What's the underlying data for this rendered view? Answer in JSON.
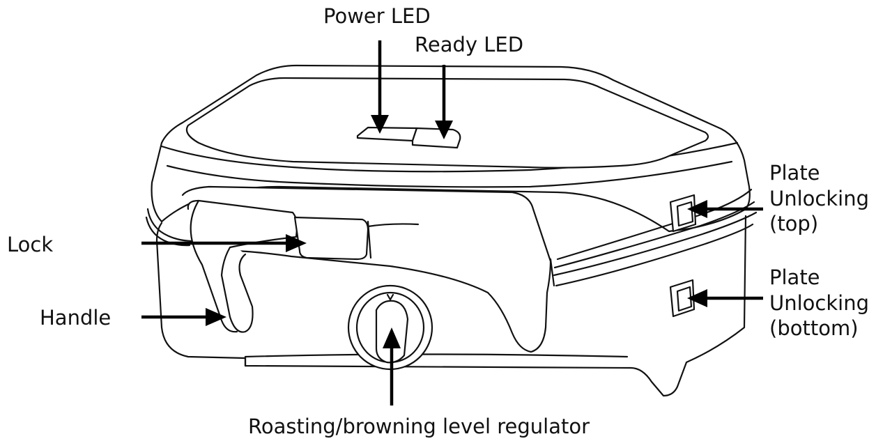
{
  "labels": {
    "power_led": "Power LED",
    "ready_led": "Ready LED",
    "lock": "Lock",
    "handle": "Handle",
    "plate_top": [
      "Plate",
      "Unlocking",
      "(top)"
    ],
    "plate_bottom": [
      "Plate",
      "Unlocking",
      "(bottom)"
    ],
    "regulator": "Roasting/browning level regulator"
  }
}
